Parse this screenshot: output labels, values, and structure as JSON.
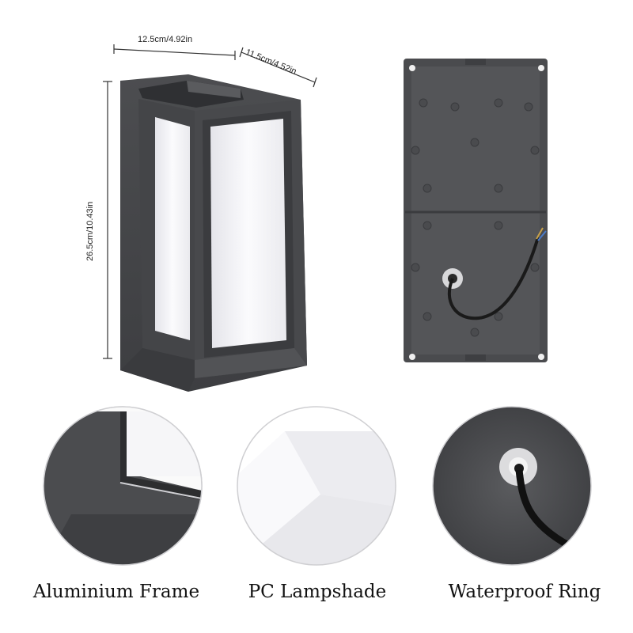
{
  "dimensions": {
    "width": "12.5cm/4.92in",
    "depth": "11.5cm/4.52in",
    "height": "26.5cm/10.43in"
  },
  "features": [
    {
      "label": "Aluminium Frame"
    },
    {
      "label": "PC Lampshade"
    },
    {
      "label": "Waterproof Ring"
    }
  ],
  "colors": {
    "frame": "#4a4b4d",
    "frame_dark": "#3a3b3d",
    "shade": "#f3f3f5",
    "background": "#ffffff"
  }
}
